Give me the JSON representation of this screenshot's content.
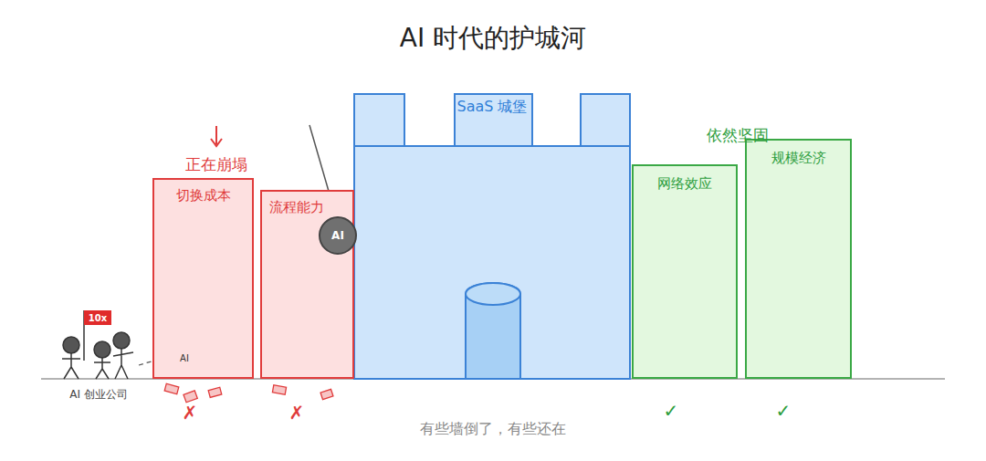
{
  "diagram": {
    "title": "AI 时代的护城河",
    "caption": "有些墙倒了，有些还在",
    "nodes": [
      {
        "text": [
          "切换成本"
        ]
      },
      {
        "text": [
          "流程能力"
        ]
      },
      {
        "text": [
          "AI"
        ]
      },
      {
        "text": [
          "SaaS 城堡"
        ]
      },
      {
        "text": [
          "网络效应"
        ]
      },
      {
        "text": [
          "规模经济"
        ]
      }
    ],
    "labels": [
      "正在崩塌",
      "依然坚固",
      "10x",
      "AI",
      "AI 创业公司",
      "✗",
      "✗",
      "✓",
      "✓"
    ]
  }
}
